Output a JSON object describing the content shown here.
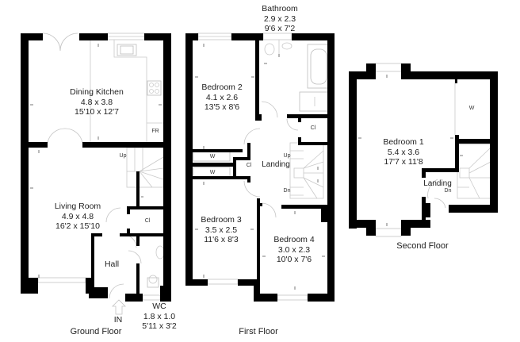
{
  "rooms": {
    "dining_kitchen": {
      "name": "Dining Kitchen",
      "metric": "4.8 x 3.8",
      "imperial": "15'10 x 12'7"
    },
    "living_room": {
      "name": "Living Room",
      "metric": "4.9 x 4.8",
      "imperial": "16'2 x 15'10"
    },
    "hall": {
      "name": "Hall"
    },
    "wc": {
      "name": "WC",
      "metric": "1.8 x 1.0",
      "imperial": "5'11 x 3'2"
    },
    "bathroom": {
      "name": "Bathroom",
      "metric": "2.9 x 2.3",
      "imperial": "9'6 x 7'2"
    },
    "bedroom2": {
      "name": "Bedroom 2",
      "metric": "4.1 x 2.6",
      "imperial": "13'5 x 8'6"
    },
    "bedroom3": {
      "name": "Bedroom 3",
      "metric": "3.5 x 2.5",
      "imperial": "11'6 x 8'3"
    },
    "bedroom4": {
      "name": "Bedroom 4",
      "metric": "3.0 x 2.3",
      "imperial": "10'0 x 7'6"
    },
    "landing_first": {
      "name": "Landing"
    },
    "bedroom1": {
      "name": "Bedroom 1",
      "metric": "5.4 x 3.6",
      "imperial": "17'7 x 11'8"
    },
    "landing_second": {
      "name": "Landing"
    }
  },
  "fixtures": {
    "fridge": "FR",
    "cupboard": "Cl",
    "wardrobe": "W",
    "stairs_up": "Up",
    "stairs_down": "Dn",
    "entrance": "IN"
  },
  "floors": {
    "ground": "Ground Floor",
    "first": "First Floor",
    "second": "Second Floor"
  },
  "icons": {
    "entrance_arrow": "entrance-arrow-icon"
  }
}
